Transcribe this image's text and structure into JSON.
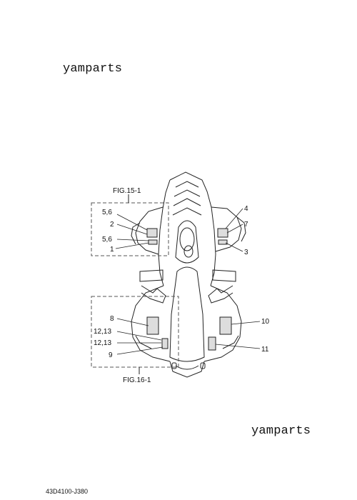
{
  "watermark_top": "yamparts",
  "watermark_bottom": "yamparts",
  "part_code": "43D4100-J380",
  "figure_refs": {
    "top": "FIG.15-1",
    "bottom": "FIG.16-1"
  },
  "callouts": {
    "l1": "5,6",
    "l2": "2",
    "l3": "5,6",
    "l4": "1",
    "r1": "4",
    "r2": "7",
    "r3": "3",
    "l5": "8",
    "l6": "12,13",
    "l7": "12,13",
    "l8": "9",
    "r4": "10",
    "r5": "11"
  }
}
